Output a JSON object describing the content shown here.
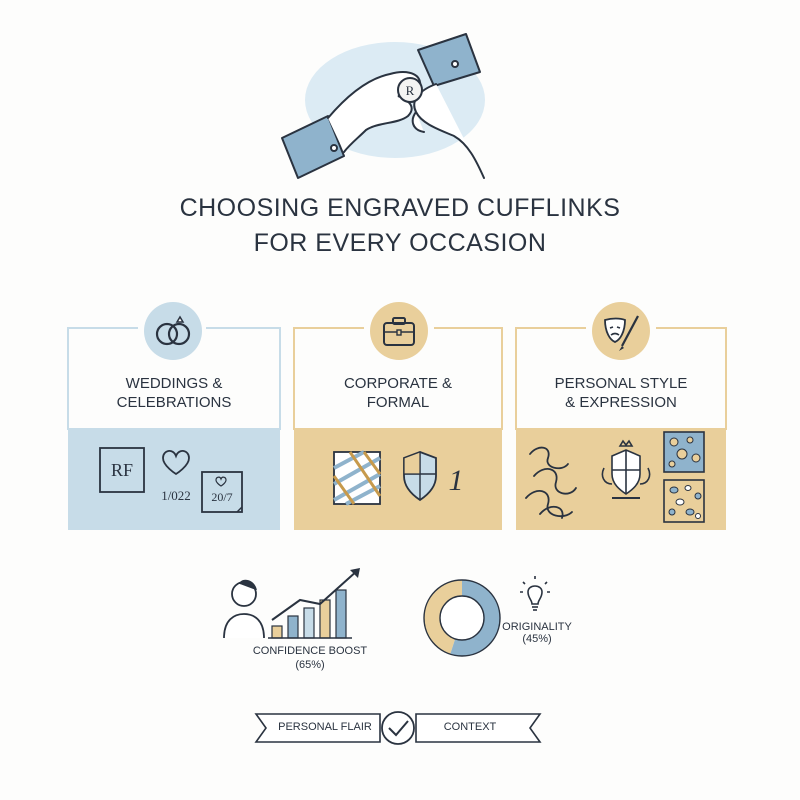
{
  "title": {
    "line1": "CHOOSING ENGRAVED CUFFLINKS",
    "line2": "FOR EVERY OCCASION"
  },
  "colors": {
    "blue": "#c7dce8",
    "gold": "#e9cf9b",
    "ink": "#2a3340",
    "steel": "#8fb3cc"
  },
  "categories": [
    {
      "label_line1": "WEDDINGS &",
      "label_line2": "CELEBRATIONS",
      "icon": "rings-icon",
      "engravings": {
        "monogram": "RF",
        "date1": "1/022",
        "date2": "20/7"
      }
    },
    {
      "label_line1": "CORPORATE &",
      "label_line2": "FORMAL",
      "icon": "briefcase-icon",
      "engravings": {
        "numeral": "1"
      }
    },
    {
      "label_line1": "PERSONAL STYLE",
      "label_line2": "& EXPRESSION",
      "icon": "theater-masks-icon"
    }
  ],
  "stats": {
    "confidence": {
      "label": "CONFIDENCE BOOST",
      "value_text": "(65%)",
      "value": 65
    },
    "originality": {
      "label": "ORIGINALITY",
      "value_text": "(45%)",
      "value": 45
    }
  },
  "banner": {
    "left": "PERSONAL FLAIR",
    "right": "CONTEXT"
  }
}
